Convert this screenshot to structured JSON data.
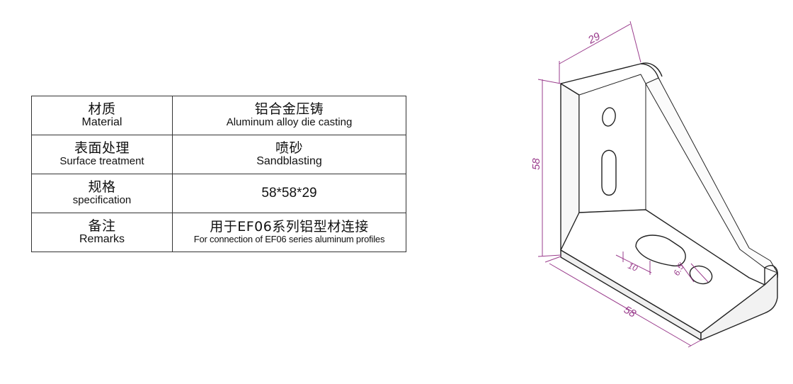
{
  "spec_table": {
    "rows": [
      {
        "key_zh": "材质",
        "key_en": "Material",
        "value_zh": "铝合金压铸",
        "value_en": "Aluminum alloy die casting"
      },
      {
        "key_zh": "表面处理",
        "key_en": "Surface treatment",
        "value_zh": "喷砂",
        "value_en": "Sandblasting"
      },
      {
        "key_zh": "规格",
        "key_en": "specification",
        "value": "58*58*29"
      },
      {
        "key_zh": "备注",
        "key_en": "Remarks",
        "value_zh": "用于EF06系列铝型材连接",
        "value_en": "For connection of EF06 series aluminum profiles"
      }
    ]
  },
  "drawing": {
    "dim_width": "29",
    "dim_height": "58",
    "dim_length": "58",
    "dim_slot": "10",
    "dim_hole": "6.5"
  }
}
